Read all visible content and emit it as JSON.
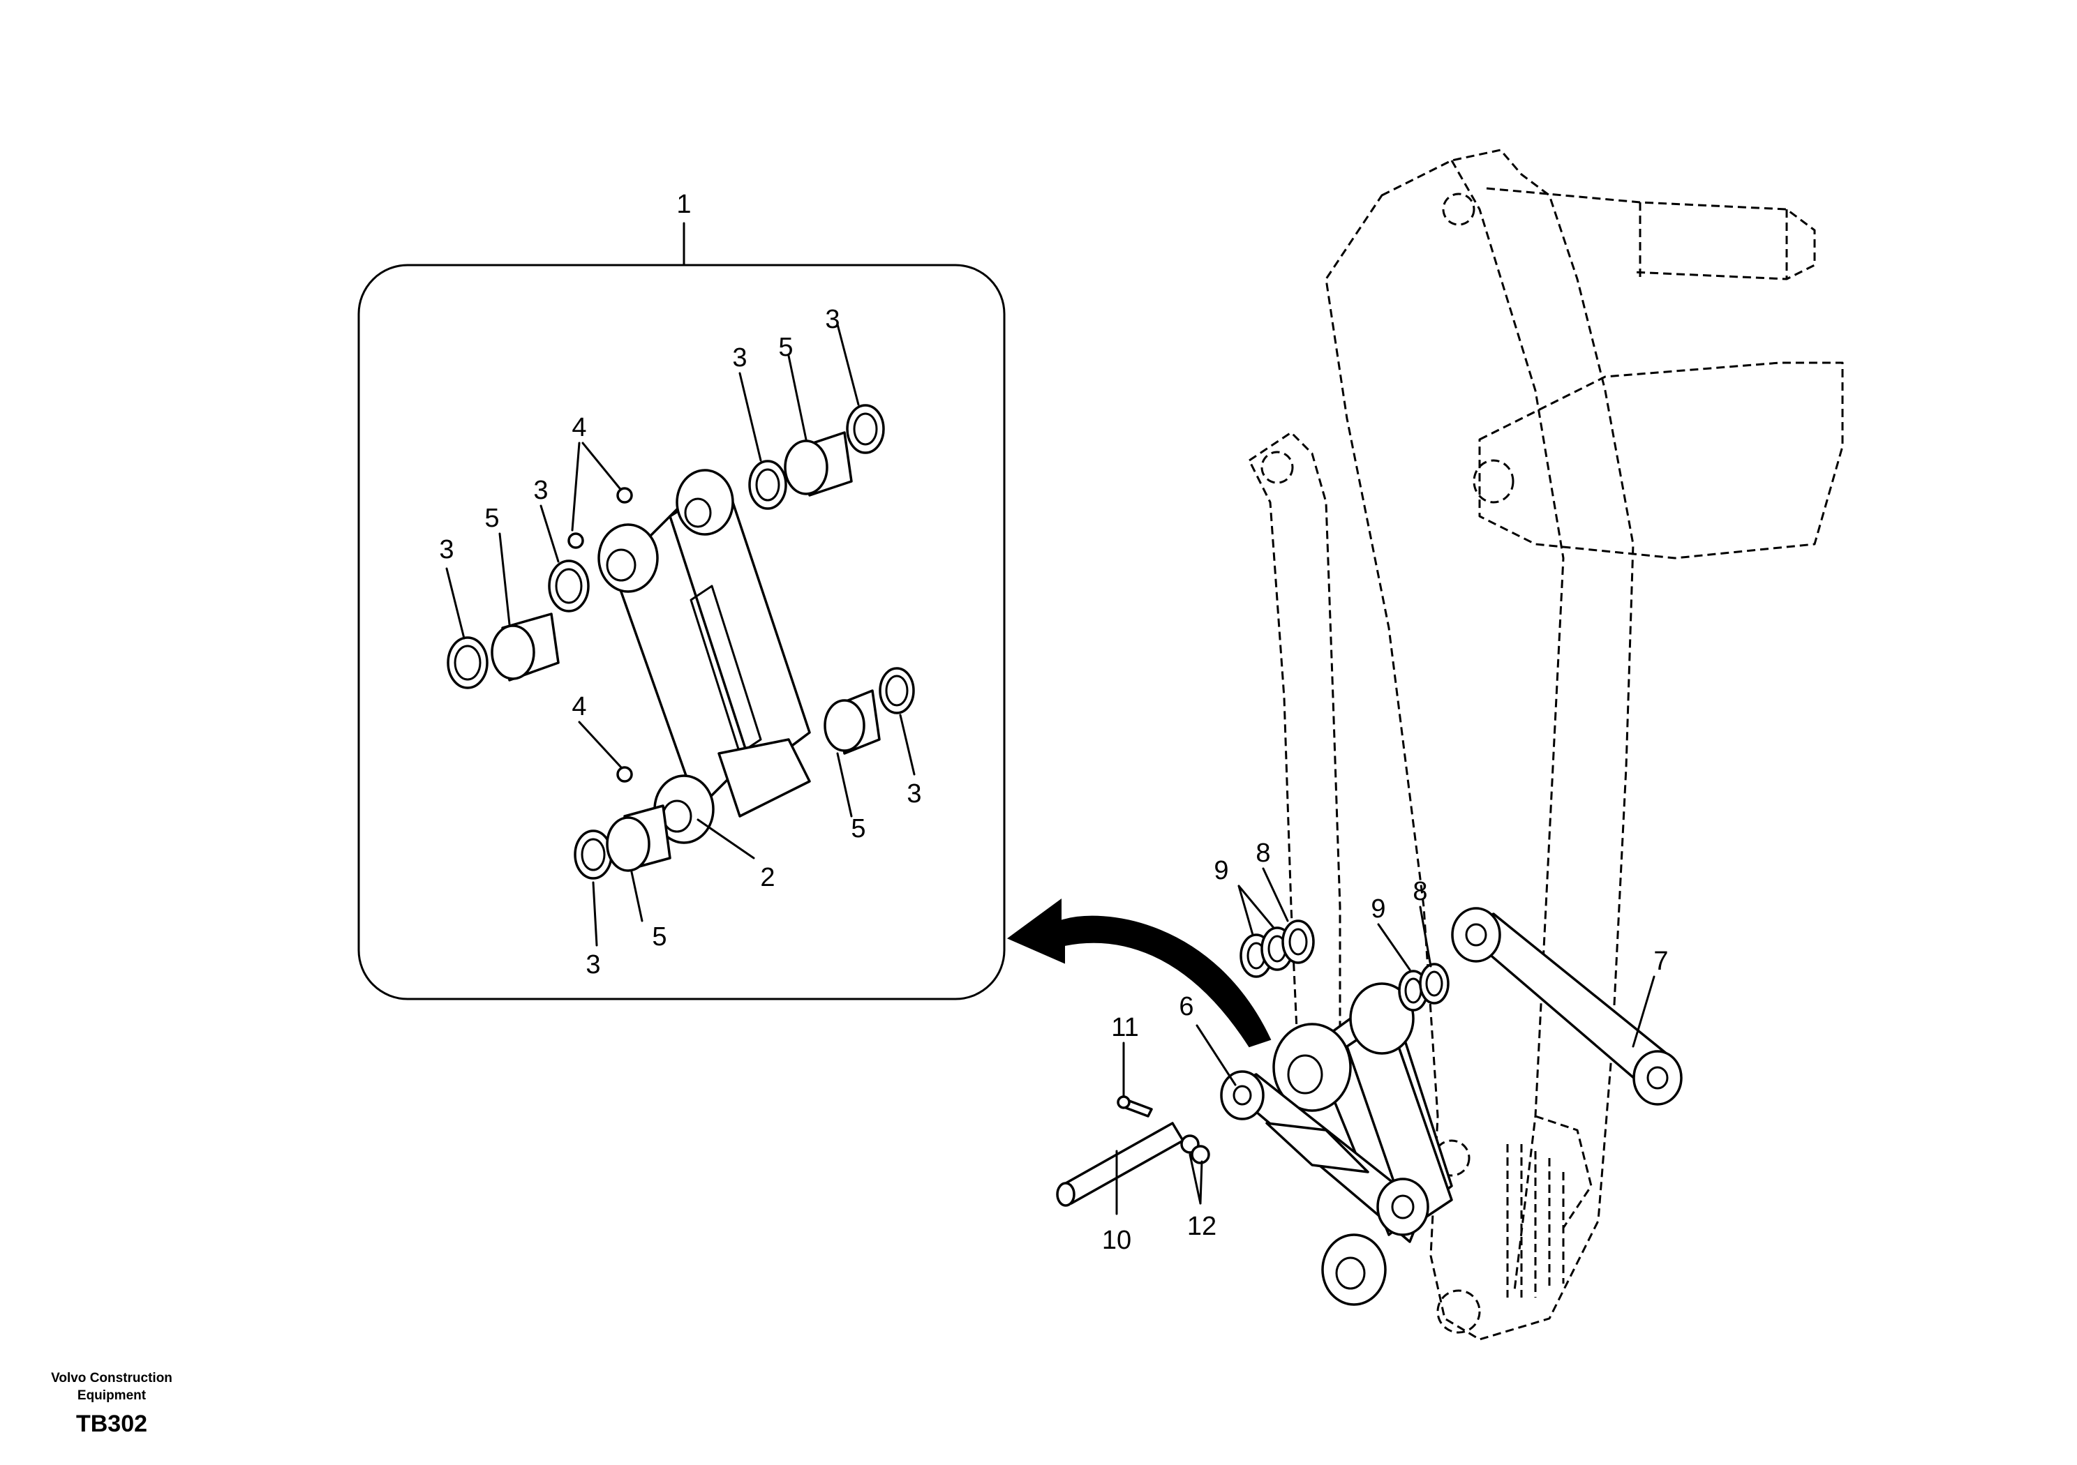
{
  "diagram": {
    "callouts": {
      "c1": "1",
      "c2": "2",
      "c3": "3",
      "c4": "4",
      "c5": "5",
      "c6": "6",
      "c7": "7",
      "c8": "8",
      "c9": "9",
      "c10": "10",
      "c11": "11",
      "c12": "12"
    }
  },
  "footer": {
    "brand_line1": "Volvo Construction",
    "brand_line2": "Equipment",
    "drawing_code": "TB302"
  }
}
